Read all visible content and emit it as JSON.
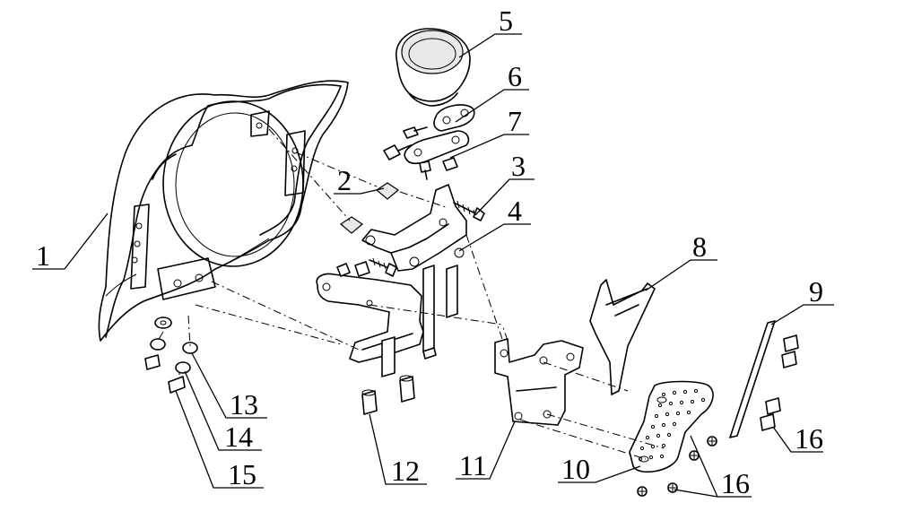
{
  "callouts": [
    {
      "id": "c1",
      "label": "1"
    },
    {
      "id": "c2",
      "label": "2"
    },
    {
      "id": "c3",
      "label": "3"
    },
    {
      "id": "c4",
      "label": "4"
    },
    {
      "id": "c5",
      "label": "5"
    },
    {
      "id": "c6",
      "label": "6"
    },
    {
      "id": "c7",
      "label": "7"
    },
    {
      "id": "c8",
      "label": "8"
    },
    {
      "id": "c9",
      "label": "9"
    },
    {
      "id": "c10",
      "label": "10"
    },
    {
      "id": "c11",
      "label": "11"
    },
    {
      "id": "c12",
      "label": "12"
    },
    {
      "id": "c13",
      "label": "13"
    },
    {
      "id": "c14",
      "label": "14"
    },
    {
      "id": "c15",
      "label": "15"
    },
    {
      "id": "c16a",
      "label": "16"
    },
    {
      "id": "c16b",
      "label": "16"
    }
  ]
}
